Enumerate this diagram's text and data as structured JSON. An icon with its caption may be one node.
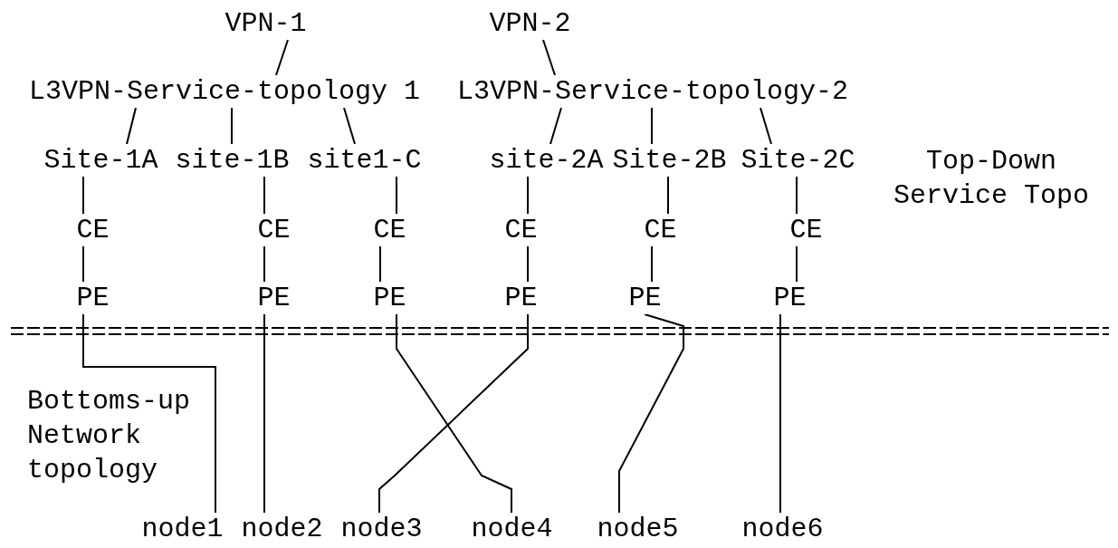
{
  "diagram": {
    "nodes": [
      {
        "text": [
          "VPN-1"
        ]
      },
      {
        "text": [
          "VPN-2"
        ]
      },
      {
        "text": [
          "L3VPN-Service-topology 1"
        ]
      },
      {
        "text": [
          "L3VPN-Service-topology-2"
        ]
      },
      {
        "text": [
          "Site-1A"
        ]
      },
      {
        "text": [
          "site-1B"
        ]
      },
      {
        "text": [
          "site1-C"
        ]
      },
      {
        "text": [
          "site-2A"
        ]
      },
      {
        "text": [
          "Site-2B"
        ]
      },
      {
        "text": [
          "Site-2C"
        ]
      },
      {
        "text": [
          "CE"
        ]
      },
      {
        "text": [
          "CE"
        ]
      },
      {
        "text": [
          "CE"
        ]
      },
      {
        "text": [
          "CE"
        ]
      },
      {
        "text": [
          "CE"
        ]
      },
      {
        "text": [
          "CE"
        ]
      },
      {
        "text": [
          "PE"
        ]
      },
      {
        "text": [
          "PE"
        ]
      },
      {
        "text": [
          "PE"
        ]
      },
      {
        "text": [
          "PE"
        ]
      },
      {
        "text": [
          "PE"
        ]
      },
      {
        "text": [
          "PE"
        ]
      },
      {
        "text": [
          "node1"
        ]
      },
      {
        "text": [
          "node2"
        ]
      },
      {
        "text": [
          "node3"
        ]
      },
      {
        "text": [
          "node4"
        ]
      },
      {
        "text": [
          "node5"
        ]
      },
      {
        "text": [
          "node6"
        ]
      }
    ],
    "edges": [
      {
        "from": 0,
        "to": 2,
        "arrow": "none"
      },
      {
        "from": 1,
        "to": 3,
        "arrow": "none"
      },
      {
        "from": 2,
        "to": 4,
        "arrow": "none"
      },
      {
        "from": 2,
        "to": 5,
        "arrow": "none"
      },
      {
        "from": 2,
        "to": 6,
        "arrow": "none"
      },
      {
        "from": 3,
        "to": 7,
        "arrow": "none"
      },
      {
        "from": 3,
        "to": 8,
        "arrow": "none"
      },
      {
        "from": 3,
        "to": 9,
        "arrow": "none"
      },
      {
        "from": 4,
        "to": 10,
        "arrow": "none"
      },
      {
        "from": 5,
        "to": 11,
        "arrow": "none"
      },
      {
        "from": 6,
        "to": 12,
        "arrow": "none"
      },
      {
        "from": 7,
        "to": 13,
        "arrow": "none"
      },
      {
        "from": 8,
        "to": 14,
        "arrow": "none"
      },
      {
        "from": 9,
        "to": 15,
        "arrow": "none"
      },
      {
        "from": 10,
        "to": 16,
        "arrow": "none"
      },
      {
        "from": 11,
        "to": 17,
        "arrow": "none"
      },
      {
        "from": 12,
        "to": 18,
        "arrow": "none"
      },
      {
        "from": 13,
        "to": 19,
        "arrow": "none"
      },
      {
        "from": 14,
        "to": 20,
        "arrow": "none"
      },
      {
        "from": 15,
        "to": 21,
        "arrow": "none"
      },
      {
        "from": 16,
        "to": 22,
        "arrow": "none"
      },
      {
        "from": 17,
        "to": 23,
        "arrow": "none"
      },
      {
        "from": 18,
        "to": 25,
        "arrow": "none"
      },
      {
        "from": 19,
        "to": 24,
        "arrow": "none"
      },
      {
        "from": 20,
        "to": 26,
        "arrow": "none"
      },
      {
        "from": 21,
        "to": 27,
        "arrow": "none"
      }
    ],
    "labels": [
      "Top-Down Service Topo",
      "Bottoms-up Network topology"
    ]
  }
}
